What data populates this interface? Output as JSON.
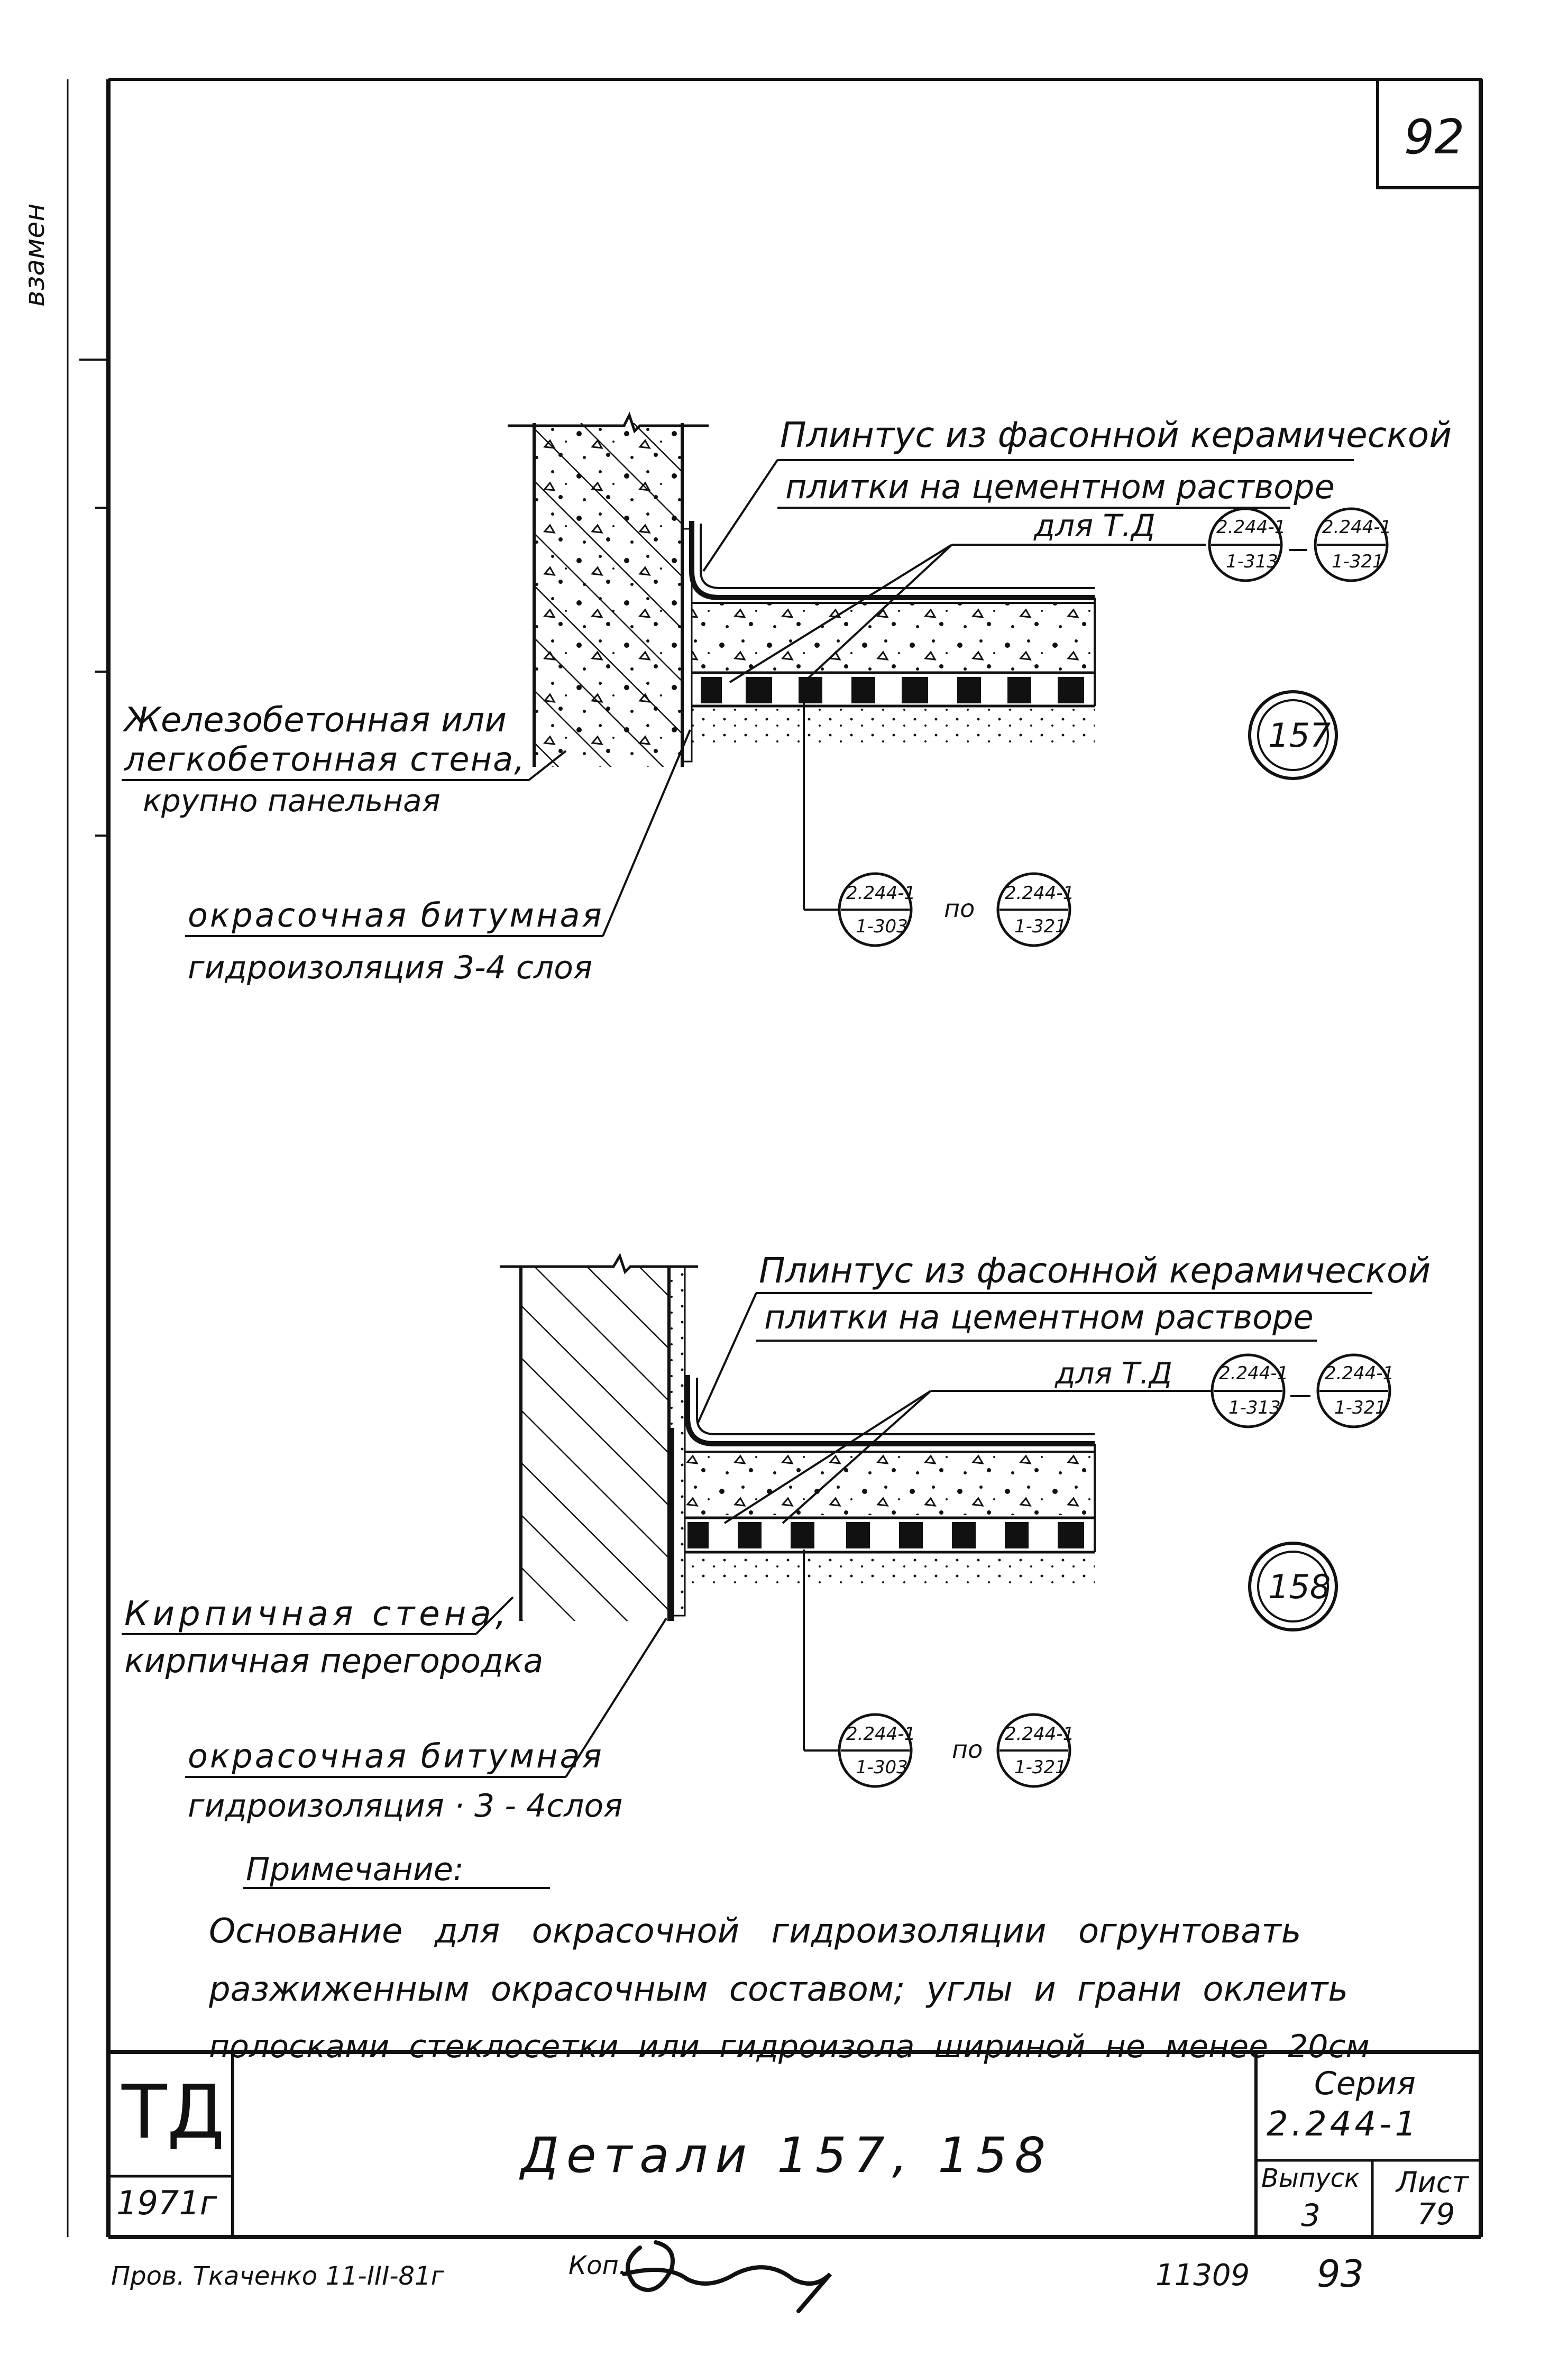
{
  "side_label": "взамен",
  "page_number": "92",
  "detail_157": {
    "number": "157",
    "plinth_label_line1": "Плинтус из фасонной керамической",
    "plinth_label_line2": "плитки на цементном растворе",
    "td_prefix": "для Т.Д",
    "ref_top_a": [
      "2.244-1",
      "1-313"
    ],
    "ref_top_b": [
      "2.244-1",
      "1-321"
    ],
    "wall_label_line1": "Железобетонная или",
    "wall_label_line2": "легкобетонная стена,",
    "wall_label_line3": "крупно панельная",
    "insulation_line1": "окрасочная битумная",
    "insulation_line2": "гидроизоляция 3-4 слоя",
    "ref_bottom_a": [
      "2.244-1",
      "1-303"
    ],
    "ref_bottom_b": [
      "2.244-1",
      "1-321"
    ],
    "range_word": "по"
  },
  "detail_158": {
    "number": "158",
    "plinth_label_line1": "Плинтус из фасонной керамической",
    "plinth_label_line2": "плитки на цементном растворе",
    "td_prefix": "для Т.Д",
    "ref_top_a": [
      "2.244-1",
      "1-313"
    ],
    "ref_top_b": [
      "2.244-1",
      "1-321"
    ],
    "wall_label_line1": "Кирпичная стена,",
    "wall_label_line2": "кирпичная перегородка",
    "insulation_line1": "окрасочная битумная",
    "insulation_line2": "гидроизоляция · 3 - 4слоя",
    "ref_bottom_a": [
      "2.244-1",
      "1-303"
    ],
    "ref_bottom_b": [
      "2.244-1",
      "1-321"
    ],
    "range_word": "по"
  },
  "note": {
    "heading": "Примечание:",
    "line1": "Основание для окрасочной гидроизоляции огрунтовать",
    "line2": "разжиженным окрасочным составом; углы и грани оклеить",
    "line3": "полосками стеклосетки или гидроизола шириной не менее 20см"
  },
  "title_block": {
    "org": "ТД",
    "year": "1971г",
    "title": "Детали 157, 158",
    "series_label": "Серия",
    "series_value": "2.244-1",
    "issue_label": "Выпуск",
    "issue_value": "3",
    "sheet_label": "Лист",
    "sheet_value": "79"
  },
  "footer": {
    "checked": "Пров. Ткаченко 11-III-81г",
    "copied": "Коп.",
    "code": "11309",
    "page": "93"
  }
}
